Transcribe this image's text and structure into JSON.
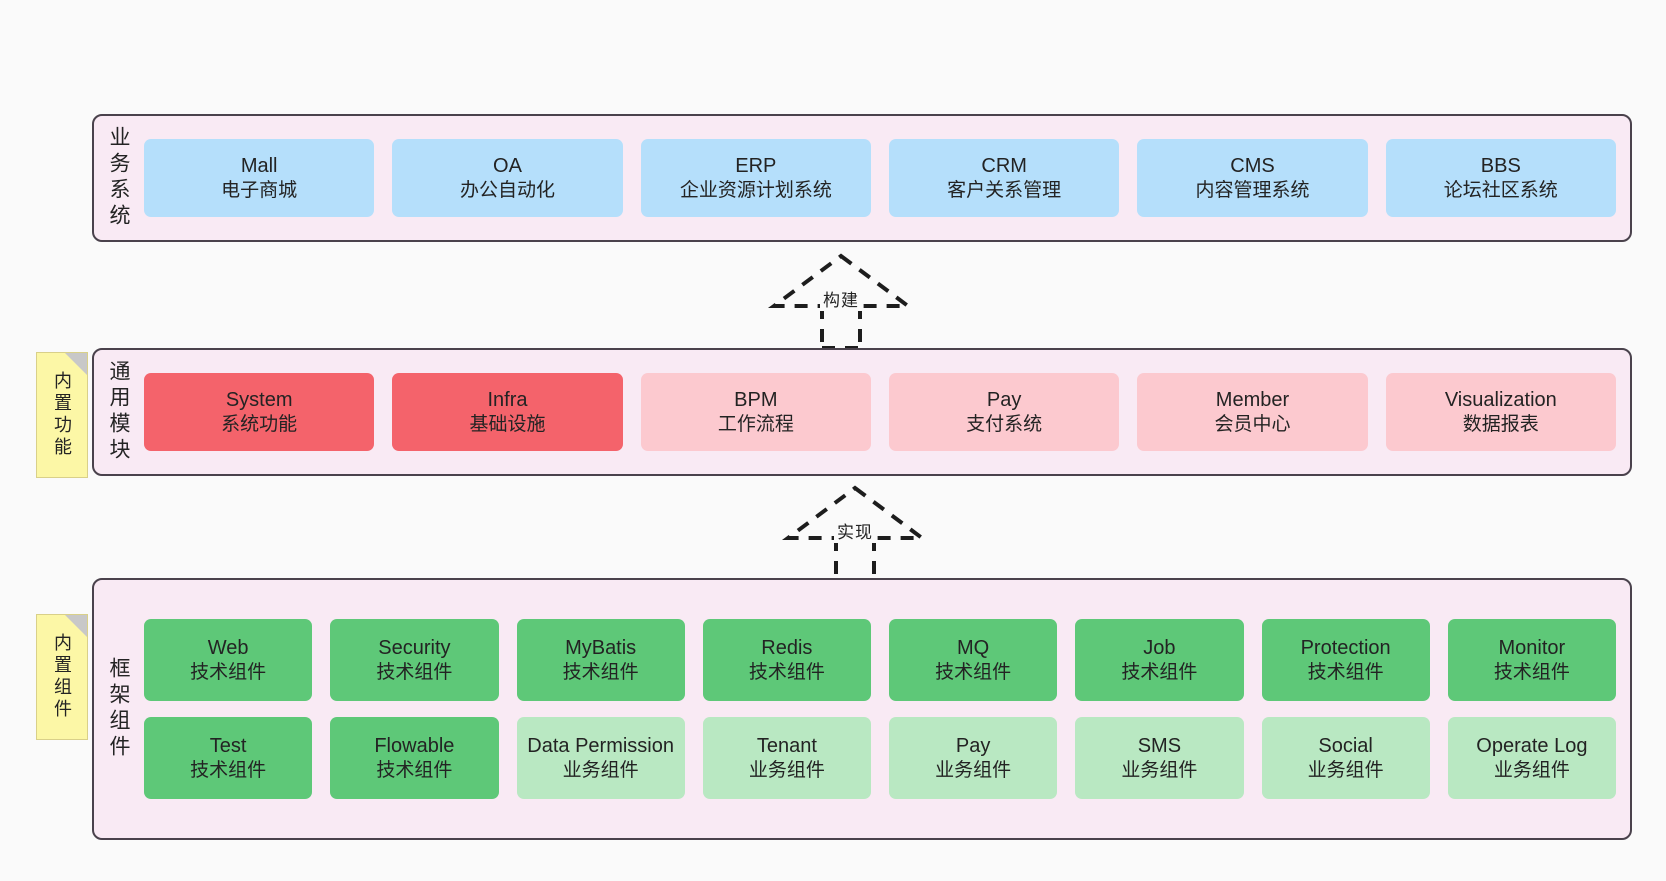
{
  "diagram": {
    "background_color": "#fafafa",
    "layer_fill": "#f9eaf4",
    "layer_border": "#4a424c"
  },
  "layers": [
    {
      "id": "business",
      "title": "业务系统",
      "color": "#b5dffb",
      "rows": [
        [
          {
            "en": "Mall",
            "cn": "电子商城",
            "style": "c-blue"
          },
          {
            "en": "OA",
            "cn": "办公自动化",
            "style": "c-blue"
          },
          {
            "en": "ERP",
            "cn": "企业资源计划系统",
            "style": "c-blue"
          },
          {
            "en": "CRM",
            "cn": "客户关系管理",
            "style": "c-blue"
          },
          {
            "en": "CMS",
            "cn": "内容管理系统",
            "style": "c-blue"
          },
          {
            "en": "BBS",
            "cn": "论坛社区系统",
            "style": "c-blue"
          }
        ]
      ]
    },
    {
      "id": "common",
      "title": "通用模块",
      "color": "#f4636b",
      "rows": [
        [
          {
            "en": "System",
            "cn": "系统功能",
            "style": "c-red"
          },
          {
            "en": "Infra",
            "cn": "基础设施",
            "style": "c-red"
          },
          {
            "en": "BPM",
            "cn": "工作流程",
            "style": "c-pink"
          },
          {
            "en": "Pay",
            "cn": "支付系统",
            "style": "c-pink"
          },
          {
            "en": "Member",
            "cn": "会员中心",
            "style": "c-pink"
          },
          {
            "en": "Visualization",
            "cn": "数据报表",
            "style": "c-pink"
          }
        ]
      ]
    },
    {
      "id": "framework",
      "title": "框架组件",
      "color": "#5ec878",
      "rows": [
        [
          {
            "en": "Web",
            "cn": "技术组件",
            "style": "c-green"
          },
          {
            "en": "Security",
            "cn": "技术组件",
            "style": "c-green"
          },
          {
            "en": "MyBatis",
            "cn": "技术组件",
            "style": "c-green"
          },
          {
            "en": "Redis",
            "cn": "技术组件",
            "style": "c-green"
          },
          {
            "en": "MQ",
            "cn": "技术组件",
            "style": "c-green"
          },
          {
            "en": "Job",
            "cn": "技术组件",
            "style": "c-green"
          },
          {
            "en": "Protection",
            "cn": "技术组件",
            "style": "c-green"
          },
          {
            "en": "Monitor",
            "cn": "技术组件",
            "style": "c-green"
          }
        ],
        [
          {
            "en": "Test",
            "cn": "技术组件",
            "style": "c-green"
          },
          {
            "en": "Flowable",
            "cn": "技术组件",
            "style": "c-green"
          },
          {
            "en": "Data Permission",
            "cn": "业务组件",
            "style": "c-lgreen"
          },
          {
            "en": "Tenant",
            "cn": "业务组件",
            "style": "c-lgreen"
          },
          {
            "en": "Pay",
            "cn": "业务组件",
            "style": "c-lgreen"
          },
          {
            "en": "SMS",
            "cn": "业务组件",
            "style": "c-lgreen"
          },
          {
            "en": "Social",
            "cn": "业务组件",
            "style": "c-lgreen"
          },
          {
            "en": "Operate Log",
            "cn": "业务组件",
            "style": "c-lgreen"
          }
        ]
      ]
    }
  ],
  "notes": [
    {
      "id": "features",
      "text": "内置功能",
      "color": "#fcf7a6"
    },
    {
      "id": "components",
      "text": "内置组件",
      "color": "#fcf7a6"
    }
  ],
  "arrows": [
    {
      "id": "build",
      "label": "构建",
      "style": "dashed-generalization",
      "direction": "up"
    },
    {
      "id": "impl",
      "label": "实现",
      "style": "dashed-generalization",
      "direction": "up"
    }
  ]
}
